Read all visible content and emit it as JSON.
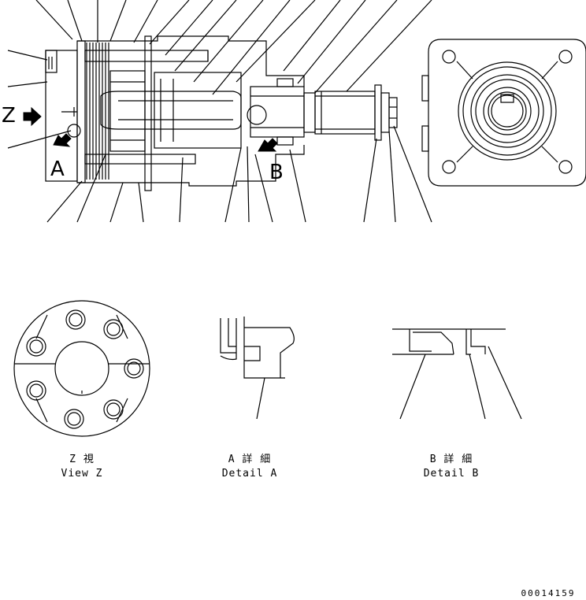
{
  "letters": {
    "z": "Z",
    "a": "A",
    "b": "B"
  },
  "captions": {
    "view_z": {
      "jp": "Z 視",
      "en": "View Z"
    },
    "detail_a": {
      "jp": "A 詳 細",
      "en": "Detail A"
    },
    "detail_b": {
      "jp": "B 詳 細",
      "en": "Detail B"
    }
  },
  "figure_number": "00014159"
}
